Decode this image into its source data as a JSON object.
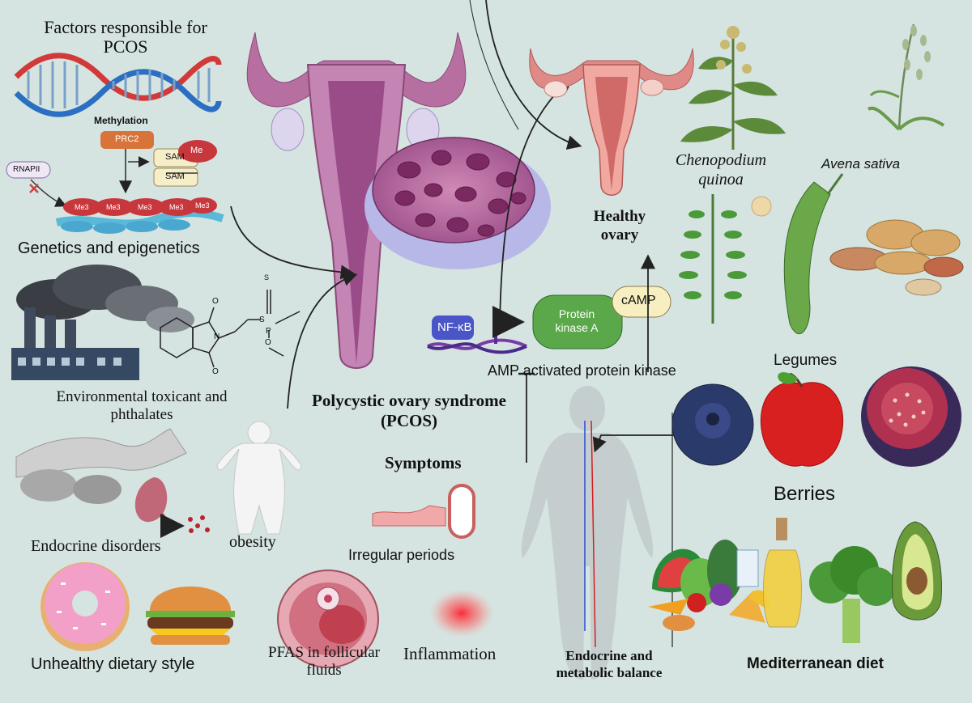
{
  "titles": {
    "factors": "Factors responsible for\nPCOS",
    "pcos": "Polycystic ovary syndrome\n(PCOS)",
    "symptoms": "Symptoms",
    "healthy_ovary": "Healthy\novary",
    "balance": "Endocrine and\nmetabolic balance",
    "mediterranean": "Mediterranean diet"
  },
  "labels": {
    "methylation": "Methylation",
    "prc2": "PRC2",
    "sam1": "SAM",
    "sam2": "SAM",
    "me": "Me",
    "rnapii": "RNAPII",
    "me3": [
      "Me3",
      "Me3",
      "Me3",
      "Me3",
      "Me3"
    ],
    "genetics": "Genetics and epigenetics",
    "environmental": "Environmental toxicant and\nphthalates",
    "endocrine_disorders": "Endocrine disorders",
    "obesity": "obesity",
    "unhealthy": "Unhealthy dietary style",
    "pfas": "PFAS in follicular\nfluids",
    "inflammation": "Inflammation",
    "irregular": "Irregular periods",
    "nfkb": "NF-κB",
    "pka": "Protein\nkinase A",
    "camp": "cAMP",
    "ampk": "AMP activated protein kinase",
    "chenopodium": "Chenopodium\nquinoa",
    "avena": "Avena sativa",
    "legumes": "Legumes",
    "berries": "Berries"
  },
  "chem": {
    "s_top": "S",
    "s_mid": "S",
    "p": "P",
    "n": "N",
    "o_top": "O",
    "o_bot": "O",
    "o_ring": "O"
  },
  "colors": {
    "background": "#d5e4e0",
    "pka_green": "#5aa84a",
    "camp_yellow": "#f8efc0",
    "prc2_orange": "#d8743a",
    "me_red": "#c8373c",
    "nfkb_blue": "#4a55c8",
    "uterus_pink": "#b66fa0"
  }
}
